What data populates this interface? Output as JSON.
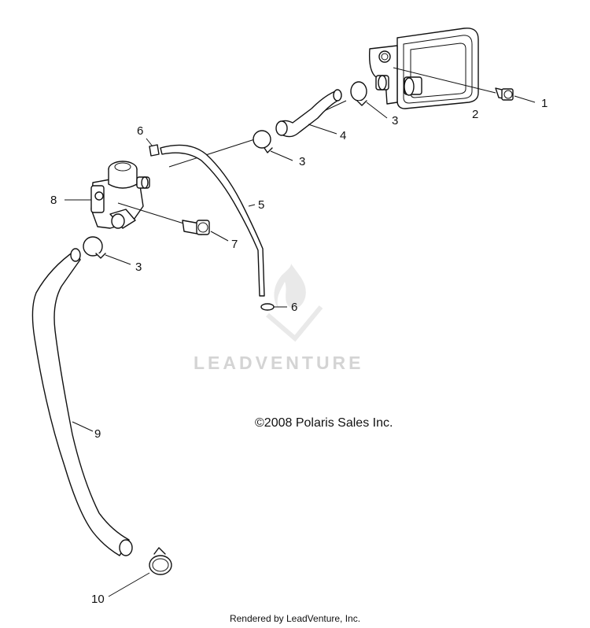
{
  "diagram": {
    "callouts": [
      "1",
      "2",
      "3",
      "3",
      "3",
      "4",
      "5",
      "6",
      "6",
      "7",
      "8",
      "9",
      "10"
    ],
    "copyright": "©2008 Polaris Sales Inc.",
    "watermark": "LEADVENTURE",
    "footer": "Rendered by LeadVenture, Inc."
  }
}
